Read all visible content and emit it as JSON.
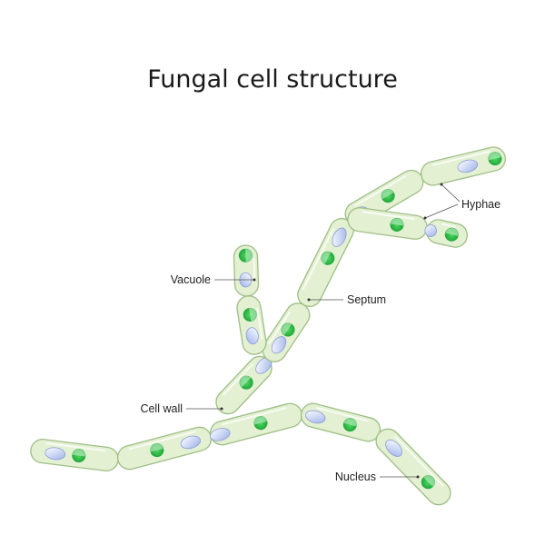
{
  "title": "Fungal cell structure",
  "labels": {
    "hyphae": "Hyphae",
    "vacuole": "Vacuole",
    "septum": "Septum",
    "cell_wall": "Cell wall",
    "nucleus": "Nucleus"
  },
  "colors": {
    "cell_fill": "#e3f0d2",
    "cell_stroke": "#9fbf86",
    "nucleus_green": "#2fc14a",
    "nucleus_light": "#b8ecc0",
    "vacuole_blue": "#c7d3f4",
    "vacuole_edge": "#8c9cd6"
  }
}
